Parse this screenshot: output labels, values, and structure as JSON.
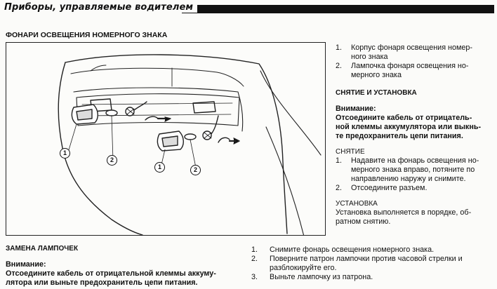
{
  "header": {
    "title": "Приборы, управляемые водителем"
  },
  "section": {
    "title": "ФОНАРИ ОСВЕЩЕНИЯ НОМЕРНОГО ЗНАКА"
  },
  "figure": {
    "callout_1": "1",
    "callout_2": "2"
  },
  "legend": {
    "items": [
      {
        "num": "1.",
        "line1": "Корпус фонаря освещения номер-",
        "line2": "ного знака"
      },
      {
        "num": "2.",
        "line1": "Лампочка фонаря освещения но-",
        "line2": "мерного знака"
      }
    ]
  },
  "removal_install": {
    "title": "СНЯТИЕ И УСТАНОВКА",
    "warning_label": "Внимание:",
    "warning_lines": [
      "Отсоедините кабель от отрицатель-",
      "ной клеммы аккумулятора или выкнь-",
      "те предохранитель цепи питания."
    ]
  },
  "removal": {
    "title": "СНЯТИЕ",
    "items": [
      {
        "num": "1.",
        "lines": [
          "Надавите на фонарь освещения но-",
          "мерного знака вправо, потяните по",
          "направлению наружу и снимите."
        ]
      },
      {
        "num": "2.",
        "lines": [
          "Отсоедините разъем."
        ]
      }
    ]
  },
  "install": {
    "title": "УСТАНОВКА",
    "lines": [
      "Установка выполняется в порядке, об-",
      "ратном снятию."
    ]
  },
  "bulb": {
    "title": "ЗАМЕНА ЛАМПОЧЕК",
    "warning_label": "Внимание:",
    "warning_lines": [
      "Отсоедините кабель от отрицательной клеммы аккуму-",
      "лятора или выньте предохранитель цепи питания."
    ],
    "items": [
      {
        "num": "1.",
        "lines": [
          "Снимите фонарь освещения номерного знака."
        ]
      },
      {
        "num": "2.",
        "lines": [
          "Поверните патрон лампочки против часовой стрелки и",
          "разблокируйте его."
        ]
      },
      {
        "num": "3.",
        "lines": [
          "Выньте лампочку из патрона."
        ]
      }
    ]
  }
}
